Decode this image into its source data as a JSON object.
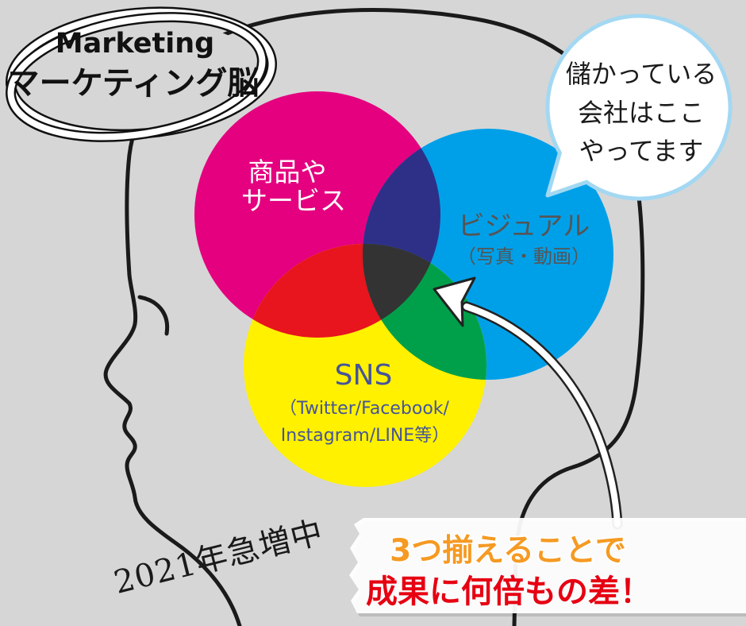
{
  "title": {
    "en": "Marketing",
    "ja": "マーケティング脳"
  },
  "speech_bubble": {
    "lines": [
      "儲かっている",
      "会社はここ",
      "やってます"
    ],
    "border_color": "#a3d8f2"
  },
  "venn": {
    "sets": [
      {
        "lines": [
          "商品や",
          "サービス"
        ],
        "fill": "#e4007f",
        "text_color": "#ffffff"
      },
      {
        "lines": [
          "ビジュアル",
          "（写真・動画）"
        ],
        "fill": "#00a0e9",
        "text_color": "#555555"
      },
      {
        "lines": [
          "SNS",
          "（Twitter/Facebook/",
          "Instagram/LINE等）"
        ],
        "fill": "#fff100",
        "text_color": "#46549a"
      }
    ],
    "overlap_colors": {
      "sets_1_2": "#2e3088",
      "sets_1_3": "#e8141e",
      "sets_2_3": "#00a04a",
      "all_sets": "#333333"
    }
  },
  "trend_note": "2021年急増中",
  "callout": {
    "lines": [
      "3つ揃えることで",
      "成果に何倍もの差！"
    ],
    "line_colors": [
      "#f59a23",
      "#e60012"
    ]
  },
  "colors": {
    "background": "#d6d6d6",
    "outline": "#1a1a1a"
  }
}
